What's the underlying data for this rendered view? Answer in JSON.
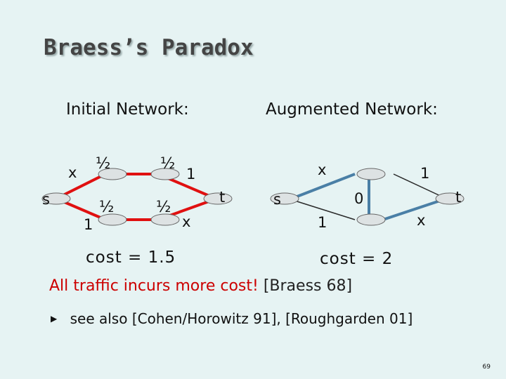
{
  "title": "Braess’s Paradox",
  "initial": {
    "heading": "Initial Network:",
    "cost": "cost = 1.5",
    "labels": {
      "s": "s",
      "t": "t",
      "top_left_half": "½",
      "top_right_half": "½",
      "bottom_left_half": "½",
      "bottom_right_half": "½",
      "top_left": "x",
      "top_right": "1",
      "bottom_left": "1",
      "bottom_right": "x"
    }
  },
  "augmented": {
    "heading": "Augmented Network:",
    "cost": "cost = 2",
    "labels": {
      "s": "s",
      "t": "t",
      "top_left": "x",
      "top_right": "1",
      "middle": "0",
      "bottom_left": "1",
      "bottom_right": "x"
    }
  },
  "main": {
    "highlight": "All traffic incurs more cost!",
    "citation": "[Braess 68]"
  },
  "bullet": {
    "prefix": "see also",
    "refs": "[Cohen/Horowitz 91], [Roughgarden 01]"
  },
  "page_number": "69",
  "colors": {
    "background": "#e6f3f3",
    "flow_red": "#e01010",
    "flow_blue": "#4a7fa6",
    "node_fill": "#dde2e3"
  }
}
